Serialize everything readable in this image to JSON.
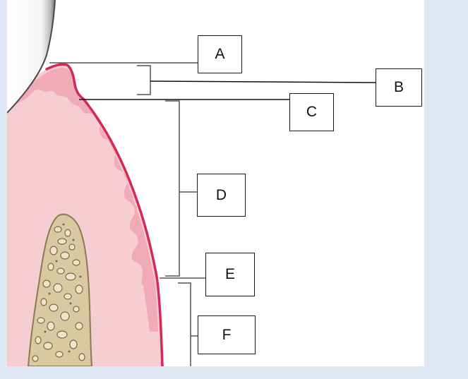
{
  "labels": {
    "a": "A",
    "b": "B",
    "c": "C",
    "d": "D",
    "e": "E",
    "f": "F"
  },
  "colors": {
    "background": "#dfe9f3",
    "panel": "#ffffff",
    "gingiva_fill": "#f6cdd3",
    "gingiva_edge": "#d6285b",
    "epithelium": "#ee9fae",
    "bone": "#d9c9a0",
    "tooth": "#ffffff",
    "leader_lines": "#555555"
  }
}
